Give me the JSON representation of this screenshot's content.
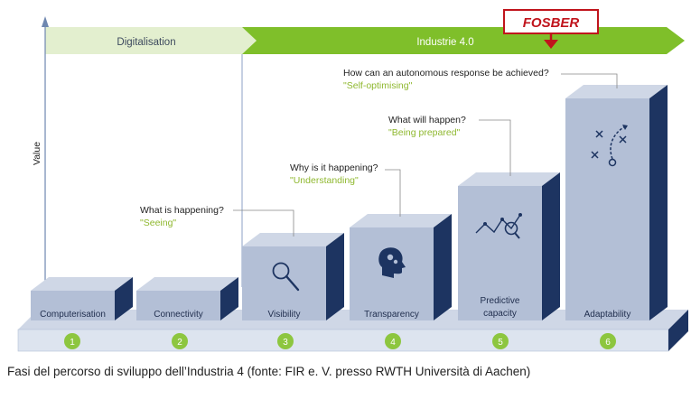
{
  "phases": {
    "digitalisation": "Digitalisation",
    "industrie40": "Industrie 4.0"
  },
  "brand_tag": "FOSBER",
  "axis": {
    "ylabel": "Value"
  },
  "stages": [
    {
      "label": "Computerisation",
      "label2": "",
      "number": "1"
    },
    {
      "label": "Connectivity",
      "label2": "",
      "number": "2"
    },
    {
      "label": "Visibility",
      "label2": "",
      "number": "3",
      "question": "What is happening?",
      "answer": "\"Seeing\""
    },
    {
      "label": "Transparency",
      "label2": "",
      "number": "4",
      "question": "Why is it happening?",
      "answer": "\"Understanding\""
    },
    {
      "label": "Predictive",
      "label2": "capacity",
      "number": "5",
      "question": "What will happen?",
      "answer": "\"Being prepared\""
    },
    {
      "label": "Adaptability",
      "label2": "",
      "number": "6",
      "question": "How can an autonomous response be achieved?",
      "answer": "\"Self-optimising\""
    }
  ],
  "caption": "Fasi del percorso di sviluppo dell’Industria 4 (fonte: FIR e. V. presso RWTH Università di Aachen)",
  "colors": {
    "digital_arrow": "#e3efcf",
    "industrie_arrow": "#7fbf2a",
    "box_front": "#b3bfd6",
    "box_top": "#cfd7e6",
    "box_side": "#1d3461",
    "base_front": "#dde4ef",
    "answer_green": "#8fb82f",
    "number_green": "#8dc63f",
    "fosber_red": "#c0141c"
  },
  "icons": {
    "visibility": "magnifier-icon",
    "transparency": "head-gears-icon",
    "predictive": "trend-chart-icon",
    "adaptability": "strategy-play-icon"
  }
}
